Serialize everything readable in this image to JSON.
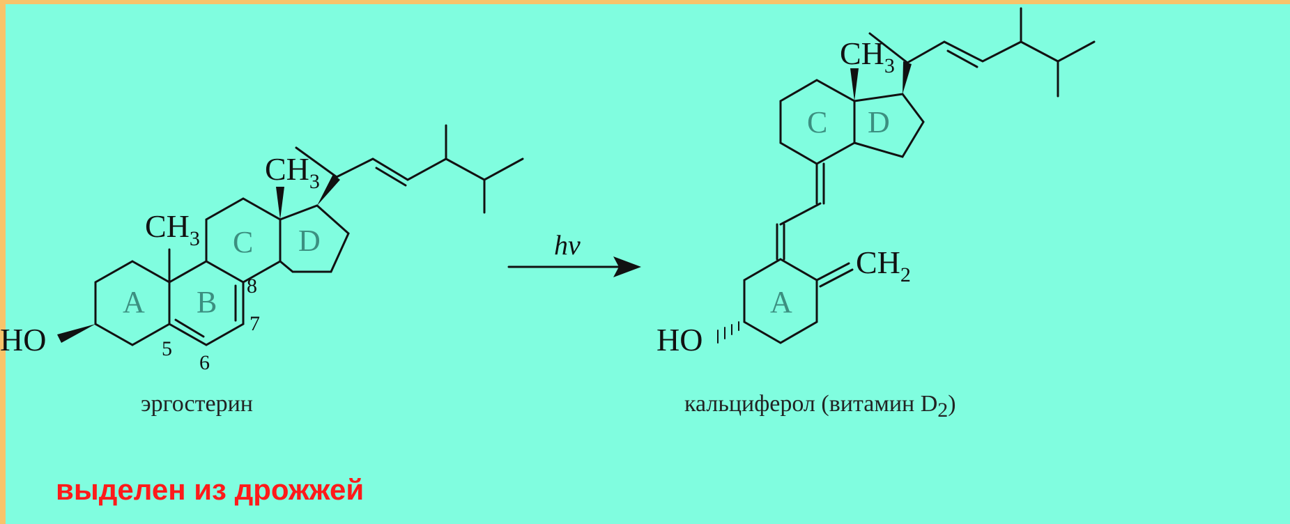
{
  "reaction": {
    "conditions": "hν"
  },
  "ergosterol": {
    "caption": "эргостерин",
    "ho": "HO",
    "methyl_19_main": "CH",
    "methyl_19_sub": "3",
    "methyl_18_main": "CH",
    "methyl_18_sub": "3",
    "ring_a": "A",
    "ring_b": "B",
    "ring_c": "C",
    "ring_d": "D",
    "atom_5": "5",
    "atom_6": "6",
    "atom_7": "7",
    "atom_8": "8",
    "note": "выделен из дрожжей"
  },
  "calciferol": {
    "caption_main": "кальциферол (витамин D",
    "caption_sub": "2",
    "caption_end": ")",
    "ho": "HO",
    "methyl_main": "CH",
    "methyl_sub": "3",
    "methylene_main": "CH",
    "methylene_sub": "2",
    "ring_a": "A",
    "ring_c": "C",
    "ring_d": "D"
  },
  "colors": {
    "background": "#80fddf",
    "frame": "#f8c46a",
    "note": "#ff1a1a",
    "ring_label": "#3c8f80"
  }
}
